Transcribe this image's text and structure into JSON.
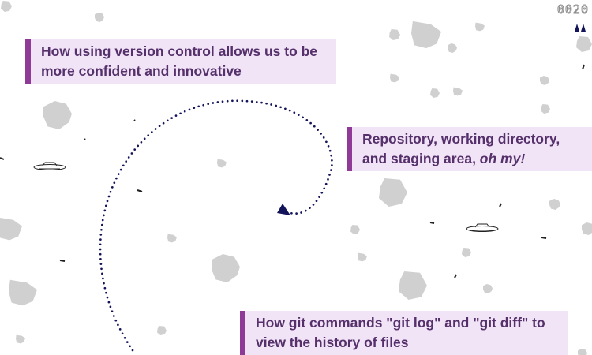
{
  "game": {
    "score": "0020",
    "lives": 2,
    "colors": {
      "asteroid": "#d0d0d0",
      "ship": "#14145a",
      "trail": "#14145a",
      "callout_bg": "#f1e4f7",
      "callout_bar": "#8e3a96",
      "callout_text": "#55306a"
    }
  },
  "callouts": [
    {
      "text": "How using version control allows us to be more confident and innovative"
    },
    {
      "text": "Repository, working directory, and staging area, ",
      "emphasis": "oh my!"
    },
    {
      "text": "How git commands \"git log\" and \"git diff\" to view the history of files"
    }
  ]
}
